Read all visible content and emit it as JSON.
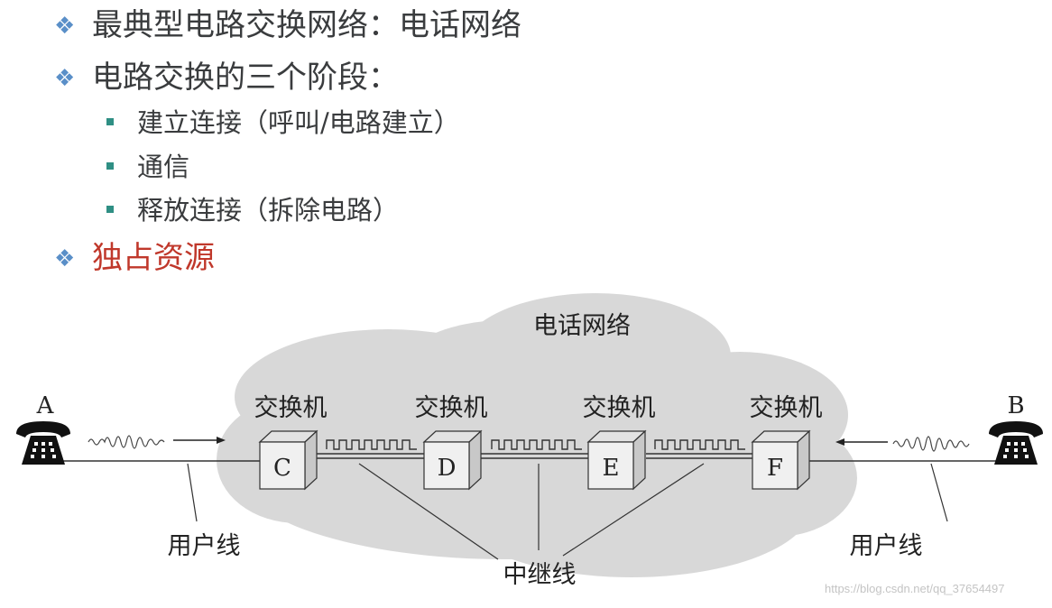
{
  "bullets": [
    {
      "text": "最典型电路交换网络：电话网络"
    },
    {
      "text": "电路交换的三个阶段："
    },
    {
      "text": "独占资源",
      "accent": "#c0382b"
    }
  ],
  "sub_bullets": [
    {
      "text": "建立连接（呼叫/电路建立）"
    },
    {
      "text": "通信"
    },
    {
      "text": "释放连接（拆除电路）"
    }
  ],
  "diagram": {
    "cloud_label": "电话网络",
    "switch_label": "交换机",
    "switches": [
      "C",
      "D",
      "E",
      "F"
    ],
    "phone_a_label": "A",
    "phone_b_label": "B",
    "user_line_label": "用户线",
    "trunk_label": "中继线",
    "colors": {
      "cloud": "#d8d8d8",
      "box_front": "#f0f0f0",
      "box_top": "#e2e2e2",
      "box_side": "#c8c8c8"
    }
  },
  "watermark": "https://blog.csdn.net/qq_37654497"
}
